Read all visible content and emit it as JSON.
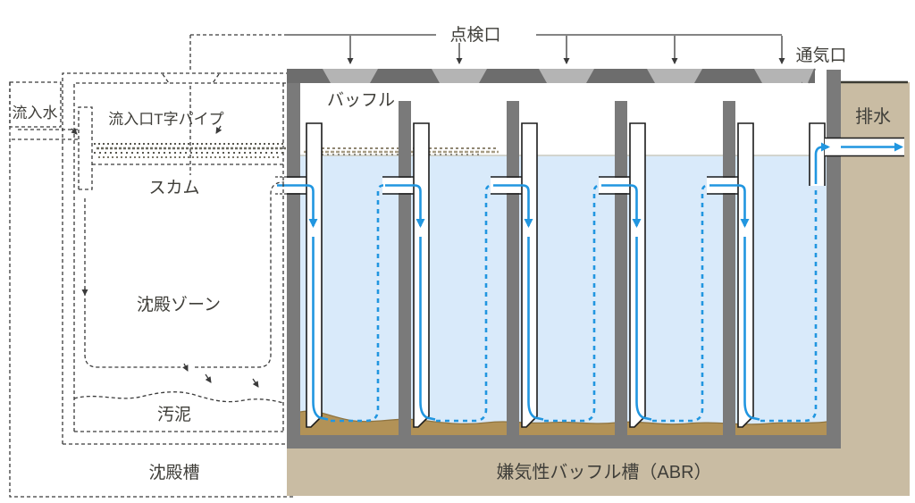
{
  "diagram": {
    "labels": {
      "inspection_port": "点検口",
      "vent_port": "通気口",
      "inflow_water": "流入水",
      "inlet_t_pipe": "流入口T字パイプ",
      "scum": "スカム",
      "settling_zone": "沈殿ゾーン",
      "sludge": "汚泥",
      "settling_tank": "沈殿槽",
      "baffle": "バッフル",
      "effluent": "排水",
      "abr_tank": "嫌気性バッフル槽（ABR）"
    },
    "structure": {
      "abr_chambers": 5,
      "inspection_covers": 5,
      "baffles": 4,
      "down_pipes": 5
    },
    "colors": {
      "water": "#d9eafa",
      "soil": "#c9bca3",
      "soil_edge": "#3b3b33",
      "sludge": "#b29257",
      "sludge_edge": "#8f7440",
      "wall_gray": "#7a7a7a",
      "lid_gray": "#6d6d6d",
      "cover_gray": "#b4b4b4",
      "flow_blue": "#2196e0",
      "line_dark": "#3a3a3a",
      "text": "#3f3e39"
    }
  }
}
